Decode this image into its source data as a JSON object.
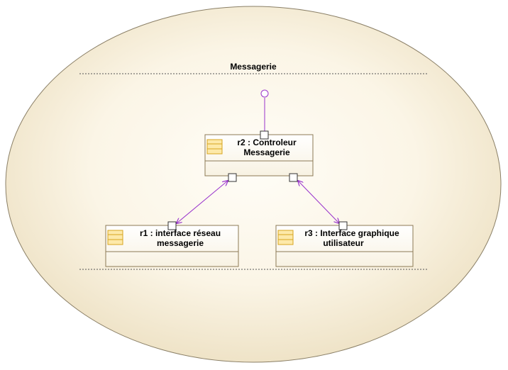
{
  "diagram": {
    "title": "Messagerie",
    "parts": [
      {
        "name": "r2",
        "type": "Controleur Messagerie",
        "line1": "r2 : Controleur",
        "line2": "Messagerie"
      },
      {
        "name": "r1",
        "type": "interface réseau messagerie",
        "line1": "r1 : interface réseau",
        "line2": "messagerie"
      },
      {
        "name": "r3",
        "type": "Interface graphique utilisateur",
        "line1": "r3 : Interface graphique",
        "line2": "utilisateur"
      }
    ],
    "connectors": [
      {
        "from": "r2",
        "to": "r1",
        "style": "bidirectional-arrow"
      },
      {
        "from": "r2",
        "to": "r3",
        "style": "bidirectional-arrow"
      }
    ],
    "provided_interface": {
      "attached_to": "r2",
      "symbol": "lollipop"
    }
  },
  "colors": {
    "ellipse_fill_light": "#fffdf7",
    "ellipse_fill_dark": "#efe4c8",
    "ellipse_stroke": "#8a7f66",
    "box_fill": "#fefbf2",
    "box_stroke": "#8c7a55",
    "connector": "#9933cc",
    "class_icon": "#d8a520",
    "class_icon_fill": "#fde9a9",
    "divider": "#555555"
  }
}
